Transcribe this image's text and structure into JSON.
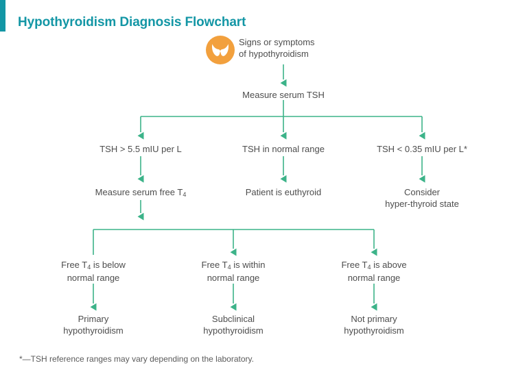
{
  "header": {
    "title": "Hypothyroidism Diagnosis Flowchart",
    "accent_color": "#1396a5"
  },
  "theme": {
    "connector_color": "#3cb389",
    "icon_color": "#f2a03d",
    "text_color": "#4d4d4d"
  },
  "icons": {
    "thyroid": "thyroid-gland-icon"
  },
  "flow": {
    "start": {
      "label": "Signs or symptoms\nof hypothyroidism"
    },
    "step_measure_tsh": {
      "label": "Measure serum TSH"
    },
    "tsh_branches": [
      {
        "label": "TSH > 5.5 mIU per L"
      },
      {
        "label": "TSH in normal range"
      },
      {
        "label": "TSH < 0.35 mIU per L*"
      }
    ],
    "tsh_outcomes": [
      {
        "label": "Measure serum free T 4"
      },
      {
        "label": "Patient is euthyroid"
      },
      {
        "label": "Consider\nhyper-thyroid state"
      }
    ],
    "ft4_branches": [
      {
        "label": "Free T 4 is below\nnormal range"
      },
      {
        "label": "Free T 4 is within\nnormal range"
      },
      {
        "label": "Free T 4 is above\nnormal range"
      }
    ],
    "ft4_outcomes": [
      {
        "label": "Primary\nhypothyroidism"
      },
      {
        "label": "Subclinical\nhypothyroidism"
      },
      {
        "label": "Not primary\nhypothyroidism"
      }
    ]
  },
  "footnote": {
    "text": "*—TSH reference ranges may vary depending on the laboratory."
  }
}
